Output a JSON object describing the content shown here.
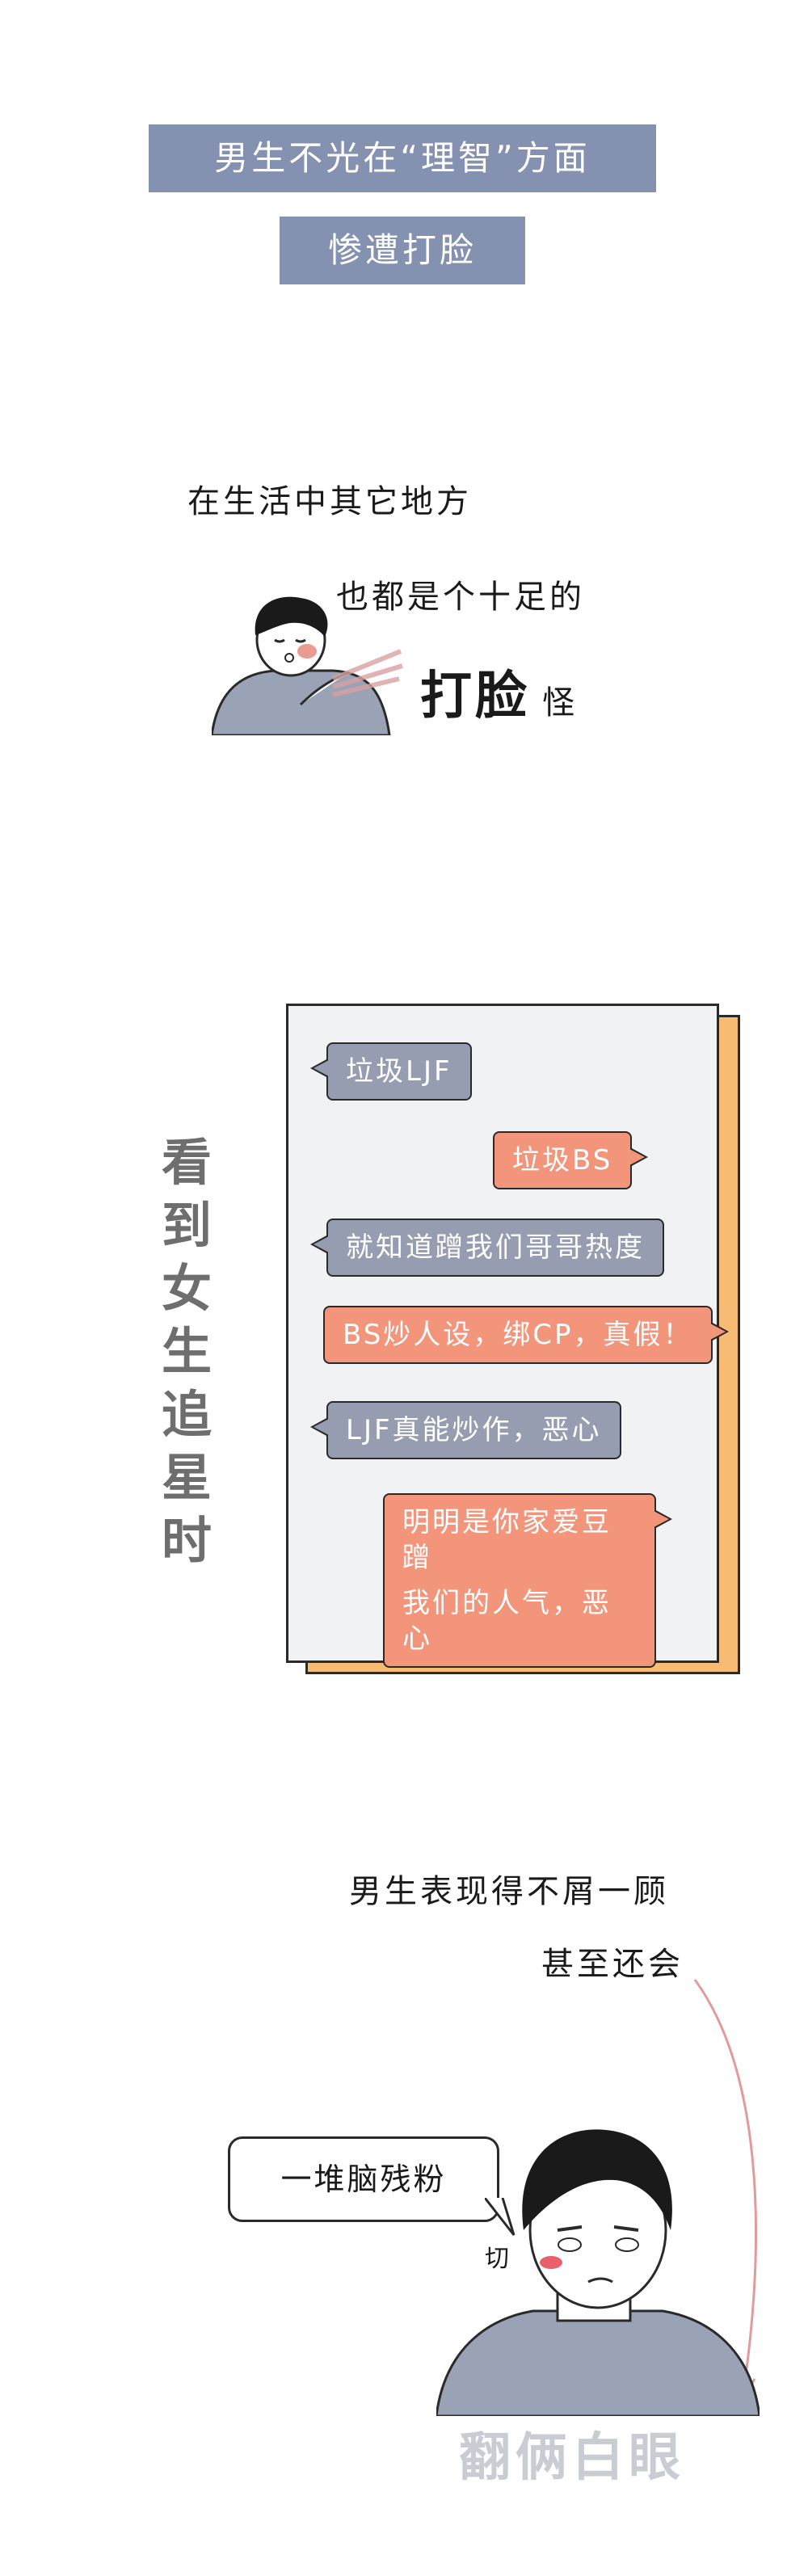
{
  "header": {
    "line1": "男生不光在“理智”方面",
    "line2": "惨遭打脸"
  },
  "section1": {
    "line1": "在生活中其它地方",
    "line2": "也都是个十足的",
    "bold_word": "打脸",
    "suffix": "怪"
  },
  "chat": {
    "vertical_title": "看到女生追星时",
    "messages": [
      {
        "side": "left",
        "text": "垃圾LJF"
      },
      {
        "side": "right",
        "text": "垃圾BS"
      },
      {
        "side": "left",
        "text": "就知道蹭我们哥哥热度"
      },
      {
        "side": "right",
        "text": "BS炒人设，绑CP，真假！"
      },
      {
        "side": "left",
        "text": "LJF真能炒作，恶心"
      },
      {
        "side": "right",
        "line1": "明明是你家爱豆蹭",
        "line2": "我们的人气，恶心"
      }
    ]
  },
  "section2": {
    "line1": "男生表现得不屑一顾",
    "line2": "甚至还会",
    "speech": "一堆脑残粉",
    "sound": "切",
    "caption": "翻俩白眼"
  },
  "colors": {
    "banner": "#8491b0",
    "bubble_gray": "#969db0",
    "bubble_orange": "#f3957b",
    "card_shadow": "#f7bb73"
  }
}
